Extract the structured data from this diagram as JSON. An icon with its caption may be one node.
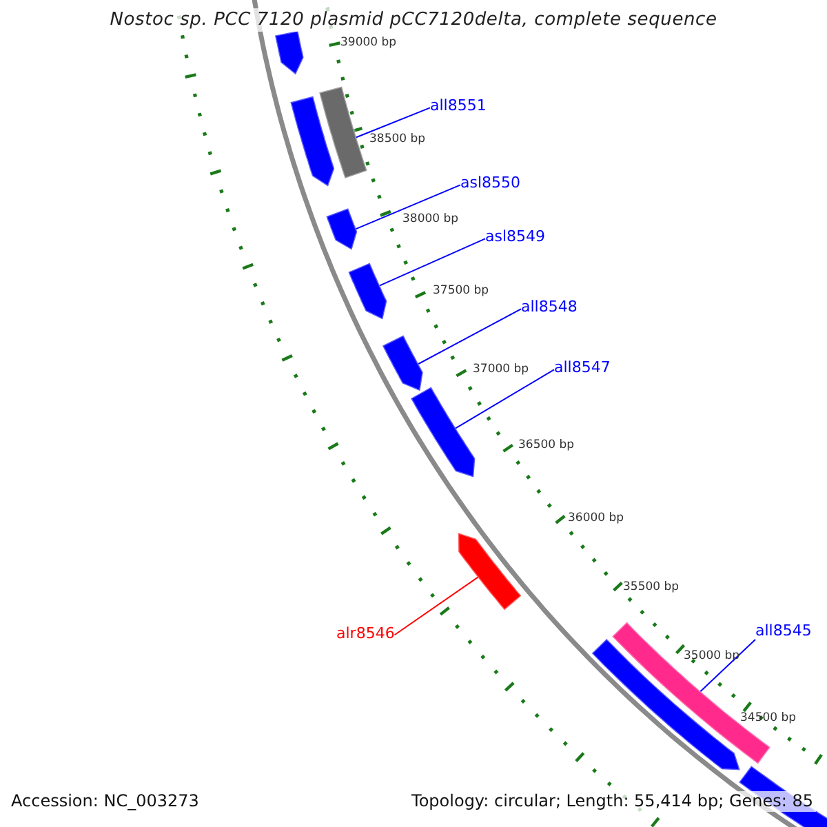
{
  "diagram": {
    "title": "Nostoc sp. PCC 7120 plasmid pCC7120delta, complete sequence",
    "nodes": [
      {
        "text": [],
        "shape": "bar"
      },
      {
        "text": [
          "all8551"
        ]
      },
      {
        "text": [],
        "shape": "bar"
      },
      {
        "text": [],
        "shape": "bar"
      },
      {
        "text": [
          "asl8550"
        ]
      },
      {
        "text": [],
        "shape": "bar"
      },
      {
        "text": [
          "asl8549"
        ]
      },
      {
        "text": [],
        "shape": "bar"
      },
      {
        "text": [
          "all8548"
        ]
      },
      {
        "text": [],
        "shape": "bar"
      },
      {
        "text": [
          "all8547"
        ]
      },
      {
        "text": [],
        "shape": "bar"
      },
      {
        "text": [],
        "shape": "bar"
      },
      {
        "text": [
          "alr8546"
        ]
      },
      {
        "text": [
          "all8545"
        ]
      },
      {
        "text": [],
        "shape": "bar"
      },
      {
        "text": [],
        "shape": "bar"
      },
      {
        "text": [],
        "shape": "bar"
      }
    ],
    "edges": [
      {
        "from": 1,
        "to": 2,
        "arrow": "none"
      },
      {
        "from": 4,
        "to": 5,
        "arrow": "none"
      },
      {
        "from": 6,
        "to": 7,
        "arrow": "none"
      },
      {
        "from": 8,
        "to": 9,
        "arrow": "none"
      },
      {
        "from": 10,
        "to": 11,
        "arrow": "none"
      },
      {
        "from": 13,
        "to": 12,
        "arrow": "none",
        "color": "#ff0000"
      },
      {
        "from": 14,
        "to": 15,
        "arrow": "none"
      }
    ],
    "labels": [
      "39000 bp",
      "38500 bp",
      "38000 bp",
      "37500 bp",
      "37000 bp",
      "36500 bp",
      "36000 bp",
      "35500 bp",
      "35000 bp",
      "34500 bp",
      "Accession: NC_003273",
      "Topology: circular; Length: 55,414 bp; Genes: 85"
    ]
  }
}
